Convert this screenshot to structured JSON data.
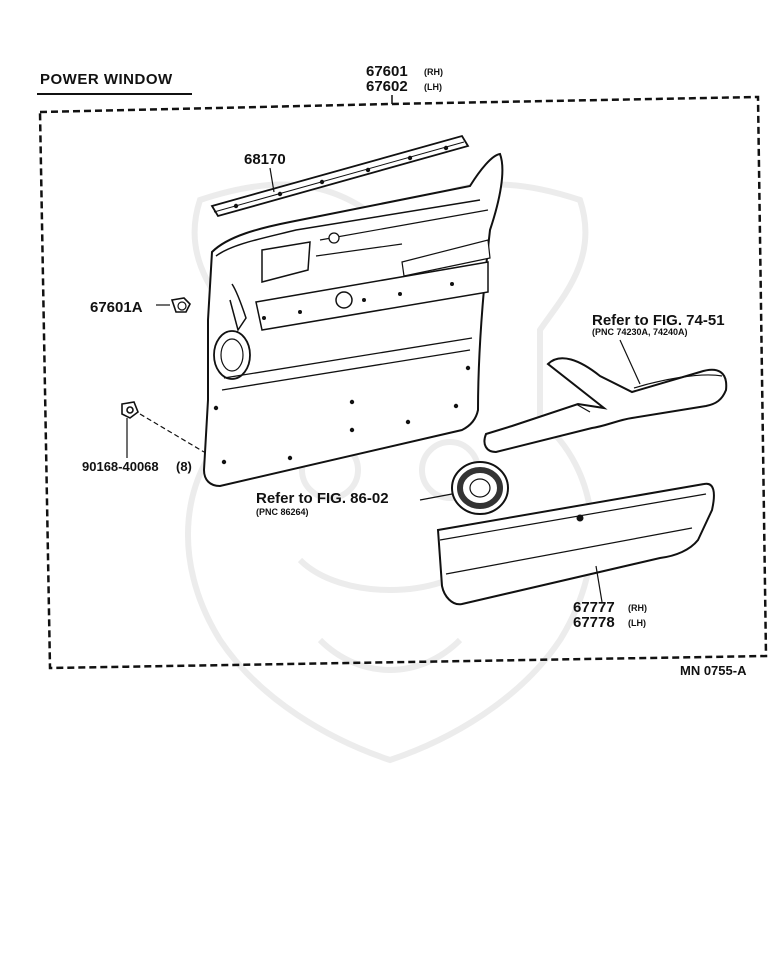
{
  "title": "POWER WINDOW",
  "figure_code": "MN  0755-A",
  "callouts": {
    "assembly": {
      "part_rh": "67601",
      "tag_rh": "(RH)",
      "part_lh": "67602",
      "tag_lh": "(LH)"
    },
    "weatherstrip": {
      "part": "68170"
    },
    "clip": {
      "part": "67601A"
    },
    "screw": {
      "part": "90168-40068",
      "qty": "(8)"
    },
    "armrest_ref": {
      "line1": "Refer  to  FIG. 74-51",
      "line2": "(PNC 74230A, 74240A)"
    },
    "speaker_ref": {
      "line1": "Refer  to  FIG. 86-02",
      "line2": "(PNC 86264)"
    },
    "lower_panel": {
      "part_rh": "67777",
      "tag_rh": "(RH)",
      "part_lh": "67778",
      "tag_lh": "(LH)"
    }
  },
  "colors": {
    "ink": "#111111",
    "watermark": "#e9e9e9",
    "background": "#ffffff"
  }
}
